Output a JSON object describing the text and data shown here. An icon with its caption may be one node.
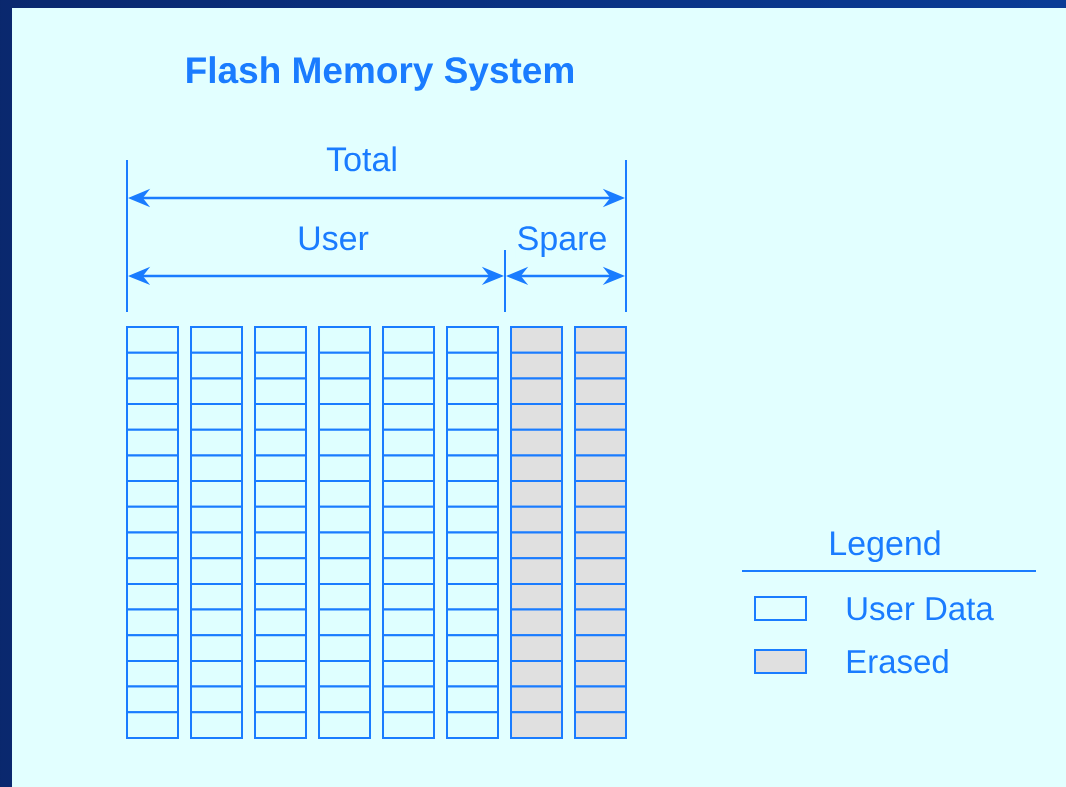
{
  "diagram": {
    "title": "Flash Memory System",
    "labels": [
      "Total",
      "User",
      "Spare",
      "Legend"
    ],
    "legend": [
      {
        "text": "User Data"
      },
      {
        "text": "Erased",
        "color": "#e0e0e0"
      }
    ]
  }
}
